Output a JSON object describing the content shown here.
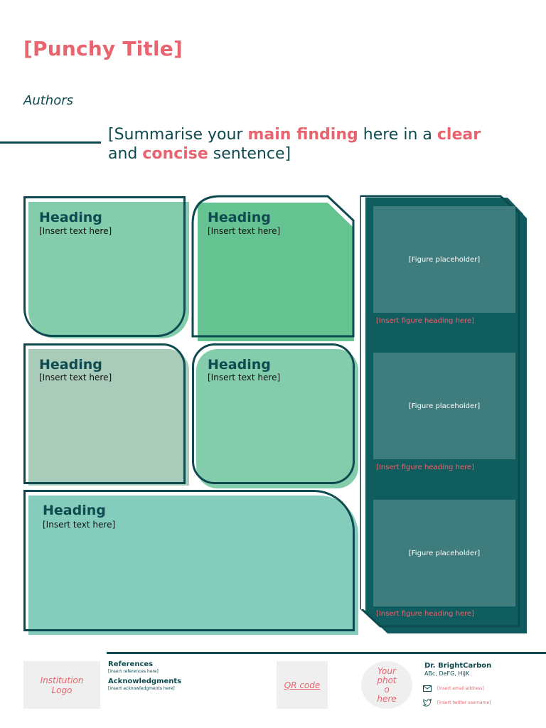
{
  "header": {
    "title": "[Punchy Title]",
    "authors": "Authors",
    "summary": {
      "p1": "[Summarise your ",
      "h1": "main finding",
      "p2": " here in a ",
      "h2": "clear",
      "p3": " and ",
      "h3": "concise",
      "p4": " sentence]"
    }
  },
  "panels": [
    {
      "heading": "Heading",
      "text": "[Insert text here]",
      "color": "#84cdac"
    },
    {
      "heading": "Heading",
      "text": "[Insert text here]",
      "color": "#64c391"
    },
    {
      "heading": "Heading",
      "text": "[Insert text here]",
      "color": "#a9ccba"
    },
    {
      "heading": "Heading",
      "text": "[Insert text here]",
      "color": "#84cdac"
    },
    {
      "heading": "Heading",
      "text": "[Insert text here]",
      "color": "#84cdbd"
    }
  ],
  "figures": [
    {
      "placeholder": "[Figure placeholder]",
      "caption": "[Insert figure heading here]"
    },
    {
      "placeholder": "[Figure placeholder]",
      "caption": "[Insert figure heading here]"
    },
    {
      "placeholder": "[Figure placeholder]",
      "caption": "[Insert figure heading here]"
    }
  ],
  "footer": {
    "logo": "Institution Logo",
    "references_heading": "References",
    "references_text": "[insert references here]",
    "acknowledgments_heading": "Acknowledgments",
    "acknowledgments_text": "[insert acknowledgments here]",
    "qr": "QR code",
    "photo": "Your phot o here",
    "name": "Dr. BrightCarbon",
    "dept": "ABc, DeFG, HiJK",
    "email": "[insert email address]",
    "twitter": "[insert twitter username]",
    "email_icon": "mail-icon",
    "twitter_icon": "twitter-icon"
  },
  "colors": {
    "accent": "#e8646f",
    "primary": "#0e4a4f",
    "figure_column": "#0f5d5f",
    "figure_box": "#3e7c7d"
  }
}
